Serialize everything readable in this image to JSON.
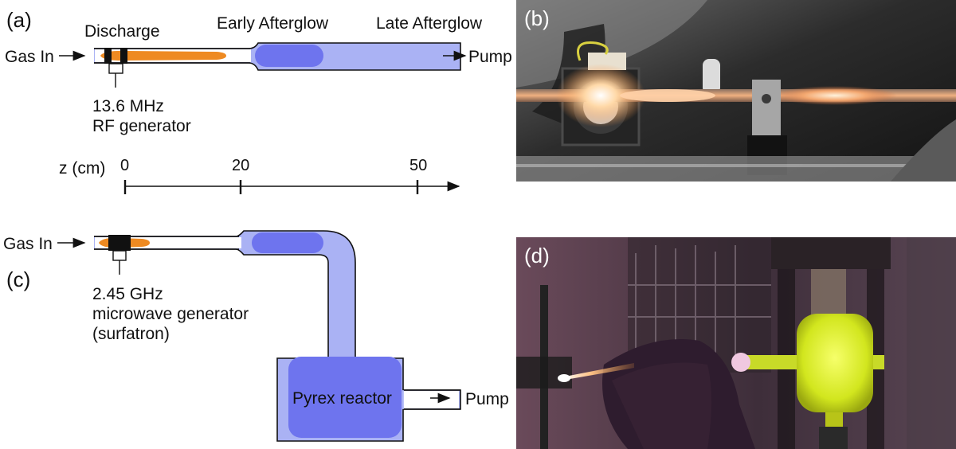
{
  "panel_a": {
    "label": "(a)",
    "discharge": "Discharge",
    "early_afterglow": "Early Afterglow",
    "late_afterglow": "Late Afterglow",
    "gas_in": "Gas In",
    "pump": "Pump",
    "generator_line1": "13.6 MHz",
    "generator_line2": "RF generator"
  },
  "axis": {
    "label": "z (cm)",
    "ticks": [
      "0",
      "20",
      "50"
    ]
  },
  "panel_b": {
    "label": "(b)"
  },
  "panel_c": {
    "label": "(c)",
    "gas_in": "Gas In",
    "generator_line1": "2.45 GHz",
    "generator_line2": "microwave generator",
    "generator_line3": "(surfatron)",
    "reactor": "Pyrex reactor",
    "pump": "Pump"
  },
  "panel_d": {
    "label": "(d)"
  },
  "colors": {
    "discharge_glow": "#ee8a22",
    "afterglow_light": "#aab2f4",
    "afterglow_dense": "#6e74ee",
    "generator_block": "#111111"
  }
}
